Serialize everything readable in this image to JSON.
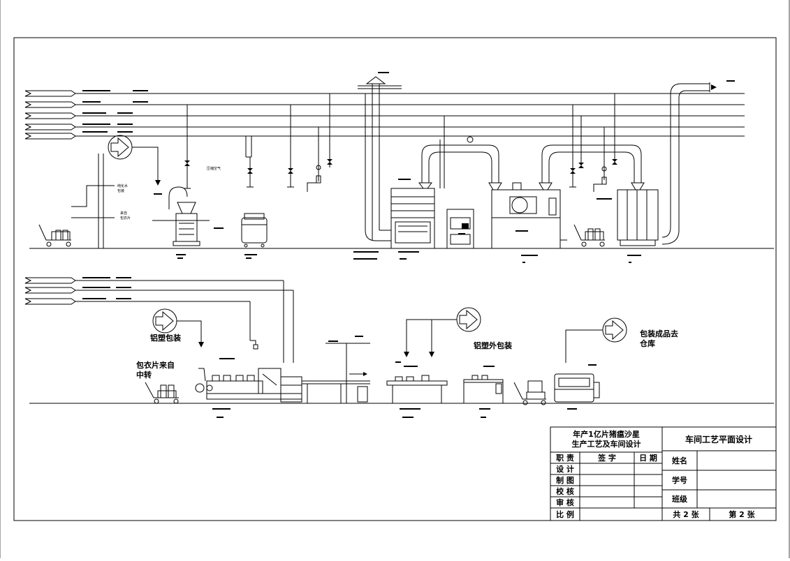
{
  "process_labels": {
    "upper": [
      "纯化水",
      "包衣片",
      "压缩空气"
    ],
    "lower": [
      "铝塑包装",
      "包衣片来自",
      "中转",
      "铝塑外包装",
      "包装成品去",
      "仓库"
    ]
  },
  "title_block": {
    "project_line1": "年产1亿片猪瘟沙星",
    "project_line2": "生产工艺及车间设计",
    "drawing_title": "车间工艺平面设计",
    "row_labels": [
      "职 责",
      "设 计",
      "制 图",
      "校 核",
      "审 核",
      "比 例"
    ],
    "col_sign": "签 字",
    "col_date": "日 期",
    "name_label": "姓名",
    "id_label": "学号",
    "class_label": "班级",
    "total_label": "共 2 张",
    "sheet_label": "第 2 张"
  },
  "colors": {
    "line": "#000000",
    "background": "#ffffff"
  },
  "icons": [
    "arrow-circle-icon",
    "cart-icon",
    "valve-icon",
    "gauge-icon"
  ]
}
